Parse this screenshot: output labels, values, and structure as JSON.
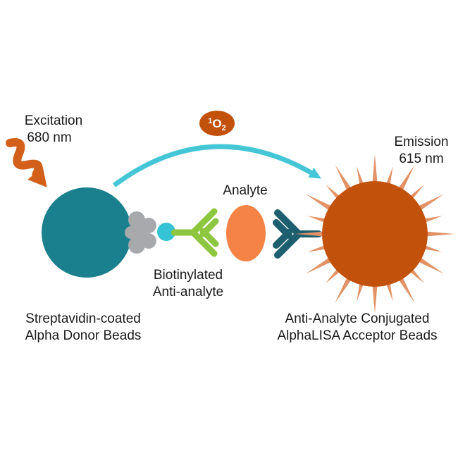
{
  "diagram": {
    "excitation": {
      "line1": "Excitation",
      "line2": "680 nm"
    },
    "emission": {
      "line1": "Emission",
      "line2": "615 nm"
    },
    "singlet_oxygen": {
      "sup": "1",
      "symbol": "O",
      "sub": "2"
    },
    "analyte_label": "Analyte",
    "biotinylated": {
      "line1": "Biotinylated",
      "line2": "Anti-analyte"
    },
    "donor_caption": {
      "line1": "Streptavidin-coated",
      "line2": "Alpha Donor Beads"
    },
    "acceptor_caption": {
      "line1": "Anti-Analyte Conjugated",
      "line2": "AlphaLISA Acceptor Beads"
    }
  },
  "colors": {
    "donor_bead": "#1b808d",
    "acceptor_bead": "#c2510b",
    "acceptor_spikes": "#e29267",
    "excitation_arrow": "#d2601a",
    "analyte": "#f58345",
    "energy_arrow": "#45c6d6",
    "biotinylated_antibody": "#8dc63f",
    "conjugated_antibody": "#1d5f6e",
    "streptavidin": "#a7a9ac",
    "biotin": "#33c3d4",
    "singlet_oxygen_badge": "#c2510b",
    "text": "#1a1a1a"
  }
}
